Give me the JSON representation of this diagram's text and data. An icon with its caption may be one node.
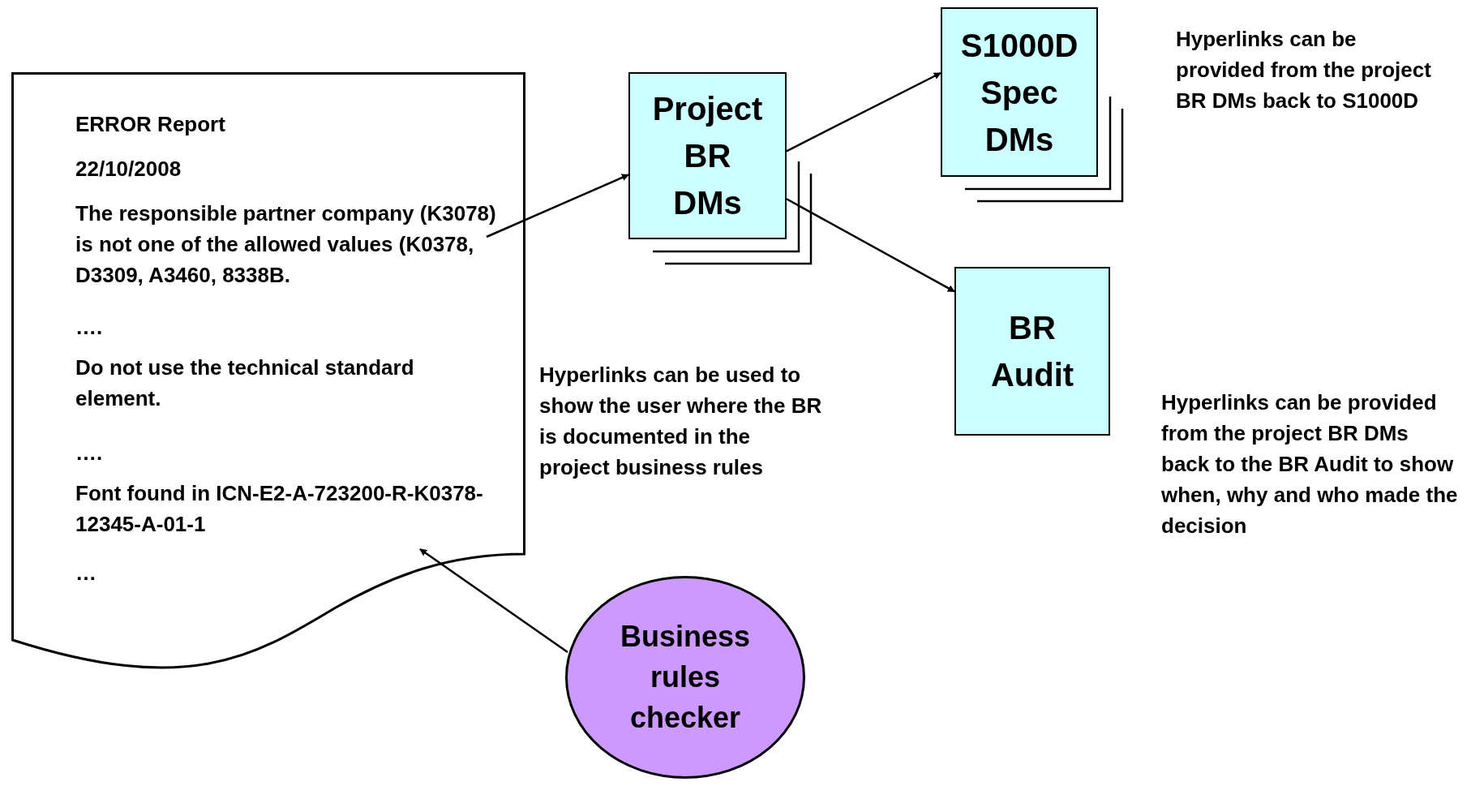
{
  "diagram": {
    "nodes": [
      {
        "text": [
          "ERROR Report",
          "22/10/2008",
          "The responsible partner company (K3078) is not one of the allowed values (K0378, D3309, A3460, 8338B.",
          "….",
          "Do not use the technical standard element.",
          "….",
          "Font found in ICN-E2-A-723200-R-K0378-12345-A-01-1",
          "…"
        ]
      },
      {
        "text": [
          "Project BR DMs"
        ]
      },
      {
        "text": [
          "S1000D Spec DMs"
        ]
      },
      {
        "text": [
          "BR Audit"
        ]
      },
      {
        "text": [
          "Business rules checker"
        ]
      }
    ],
    "edges": [
      {
        "from": 0,
        "to": 1,
        "arrow": "to"
      },
      {
        "from": 1,
        "to": 2,
        "arrow": "to"
      },
      {
        "from": 1,
        "to": 3,
        "arrow": "to"
      },
      {
        "from": 4,
        "to": 0,
        "arrow": "to"
      }
    ],
    "labels": [
      "Hyperlinks can be provided from the project BR DMs back to S1000D",
      "Hyperlinks can be used to show the user where the BR is documented in the project business rules",
      "Hyperlinks can be provided from the project BR DMs back to the BR Audit to show when, why and who made the decision"
    ]
  }
}
